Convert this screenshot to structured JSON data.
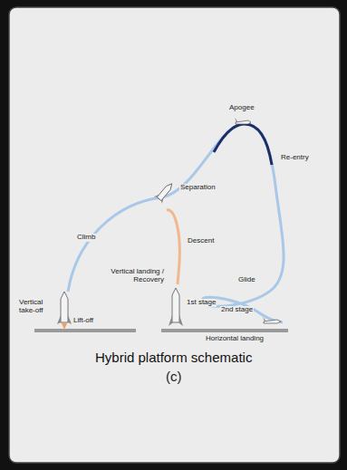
{
  "diagram": {
    "caption": "Hybrid platform schematic",
    "labels": [
      "Apogee",
      "Separation",
      "Re-entry",
      "Climb",
      "Descent",
      "Vertical landing / Recovery",
      "1st stage",
      "Glide",
      "2nd stage",
      "Horizontal landing",
      "Vertical take-off",
      "Lift-off",
      "(c)"
    ]
  }
}
